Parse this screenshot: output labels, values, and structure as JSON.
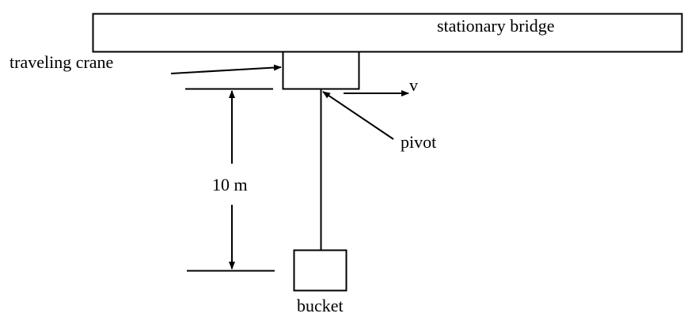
{
  "diagram": {
    "labels": {
      "bridge": "stationary bridge",
      "crane": "traveling crane",
      "velocity": "v",
      "pivot": "pivot",
      "distance": "10 m",
      "bucket": "bucket"
    },
    "colors": {
      "stroke": "#000000",
      "background": "#ffffff"
    }
  }
}
